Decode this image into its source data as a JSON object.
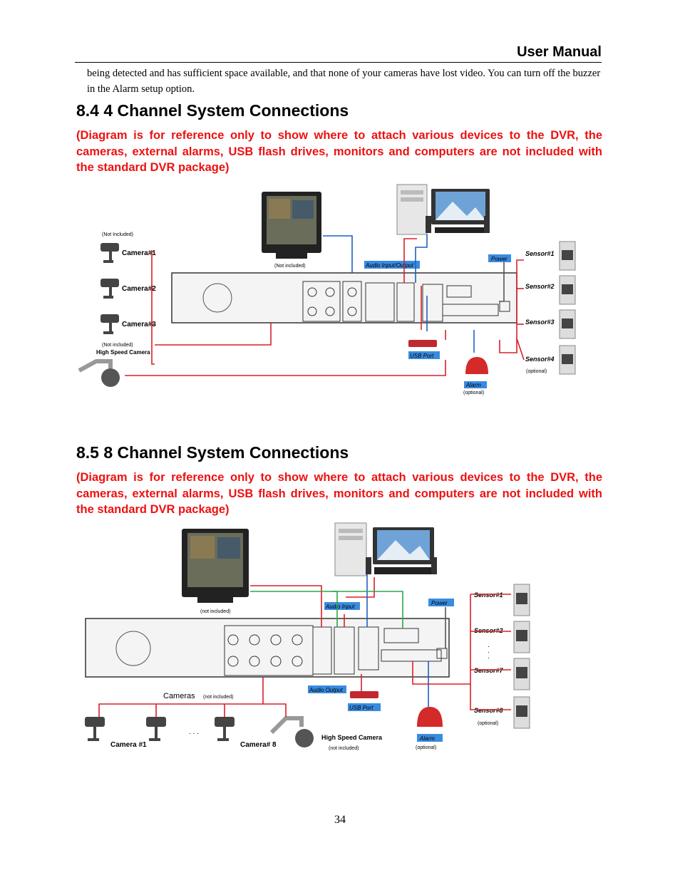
{
  "header": {
    "title": "User Manual"
  },
  "intro_text": "being detected and has sufficient space available, and that none of your cameras have lost video. You can turn off the buzzer in the Alarm setup option.",
  "section_4ch": {
    "heading": "8.4 4 Channel System Connections",
    "note": "(Diagram is for reference only to show where to attach various devices to the DVR, the cameras, external alarms, USB flash drives, monitors and computers are not included with the standard DVR package)",
    "labels": {
      "not_included_top": "(Not Included)",
      "not_included_monitor": "(Not included)",
      "not_included_speed": "(Not included)",
      "camera1": "Camera#1",
      "camera2": "Camera#2",
      "camera3": "Camera#3",
      "speed_camera": "High Speed Camera",
      "audio_io": "Audio Input/Output",
      "power": "Power",
      "usb": "USB Port",
      "alarm": "Alarm",
      "optional_alarm": "(optional)",
      "optional_sensor": "(optional)",
      "sensor1": "Sensor#1",
      "sensor2": "Sensor#2",
      "sensor3": "Sensor#3",
      "sensor4": "Sensor#4"
    }
  },
  "section_8ch": {
    "heading": "8.5 8 Channel System Connections",
    "note": "(Diagram is for reference only to show where to attach various devices to the DVR, the cameras, external alarms, USB flash drives, monitors and computers are not included with the standard DVR package)",
    "labels": {
      "not_included_monitor": "(not included)",
      "cameras": "Cameras",
      "cameras_not_included": "(not included)",
      "camera1": "Camera #1",
      "camera8": "Camera# 8",
      "dots": ". . .",
      "speed_camera": "High Speed Camera",
      "speed_not_included": "(not included)",
      "audio_input": "Audio Input",
      "audio_output": "Audio Output",
      "power": "Power",
      "usb": "USB Port",
      "alarm": "Alarm",
      "optional_alarm": "(optional)",
      "optional_sensor": "(optional)",
      "sensor1": "Sensor#1",
      "sensor2": "Sensor#2",
      "sensor7": "Sensor#7",
      "sensor8": "Sensor#8"
    }
  },
  "page_number": "34",
  "colors": {
    "red_note": "#ee1111",
    "wire_red": "#d8202a",
    "wire_blue": "#1f5fbf",
    "wire_green": "#2aa84a",
    "label_blue": "#3a8be0"
  }
}
